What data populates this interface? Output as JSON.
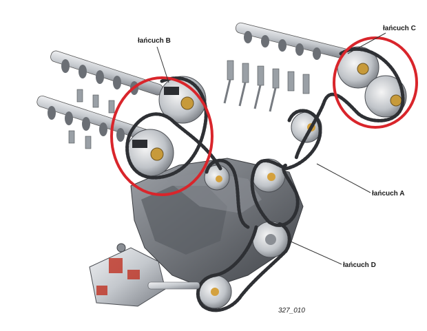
{
  "labels": {
    "chain_b": "łańcuch B",
    "chain_c": "łańcuch C",
    "chain_a": "łańcuch A",
    "chain_d": "łańcuch D"
  },
  "figure_id": "327_010",
  "colors": {
    "highlight_circle": "#d9252b",
    "metal_light": "#e2e4e7",
    "metal_mid": "#a9adb3",
    "metal_dark": "#55595f",
    "chain": "#2e3034",
    "pump_accent": "#c0392b"
  }
}
